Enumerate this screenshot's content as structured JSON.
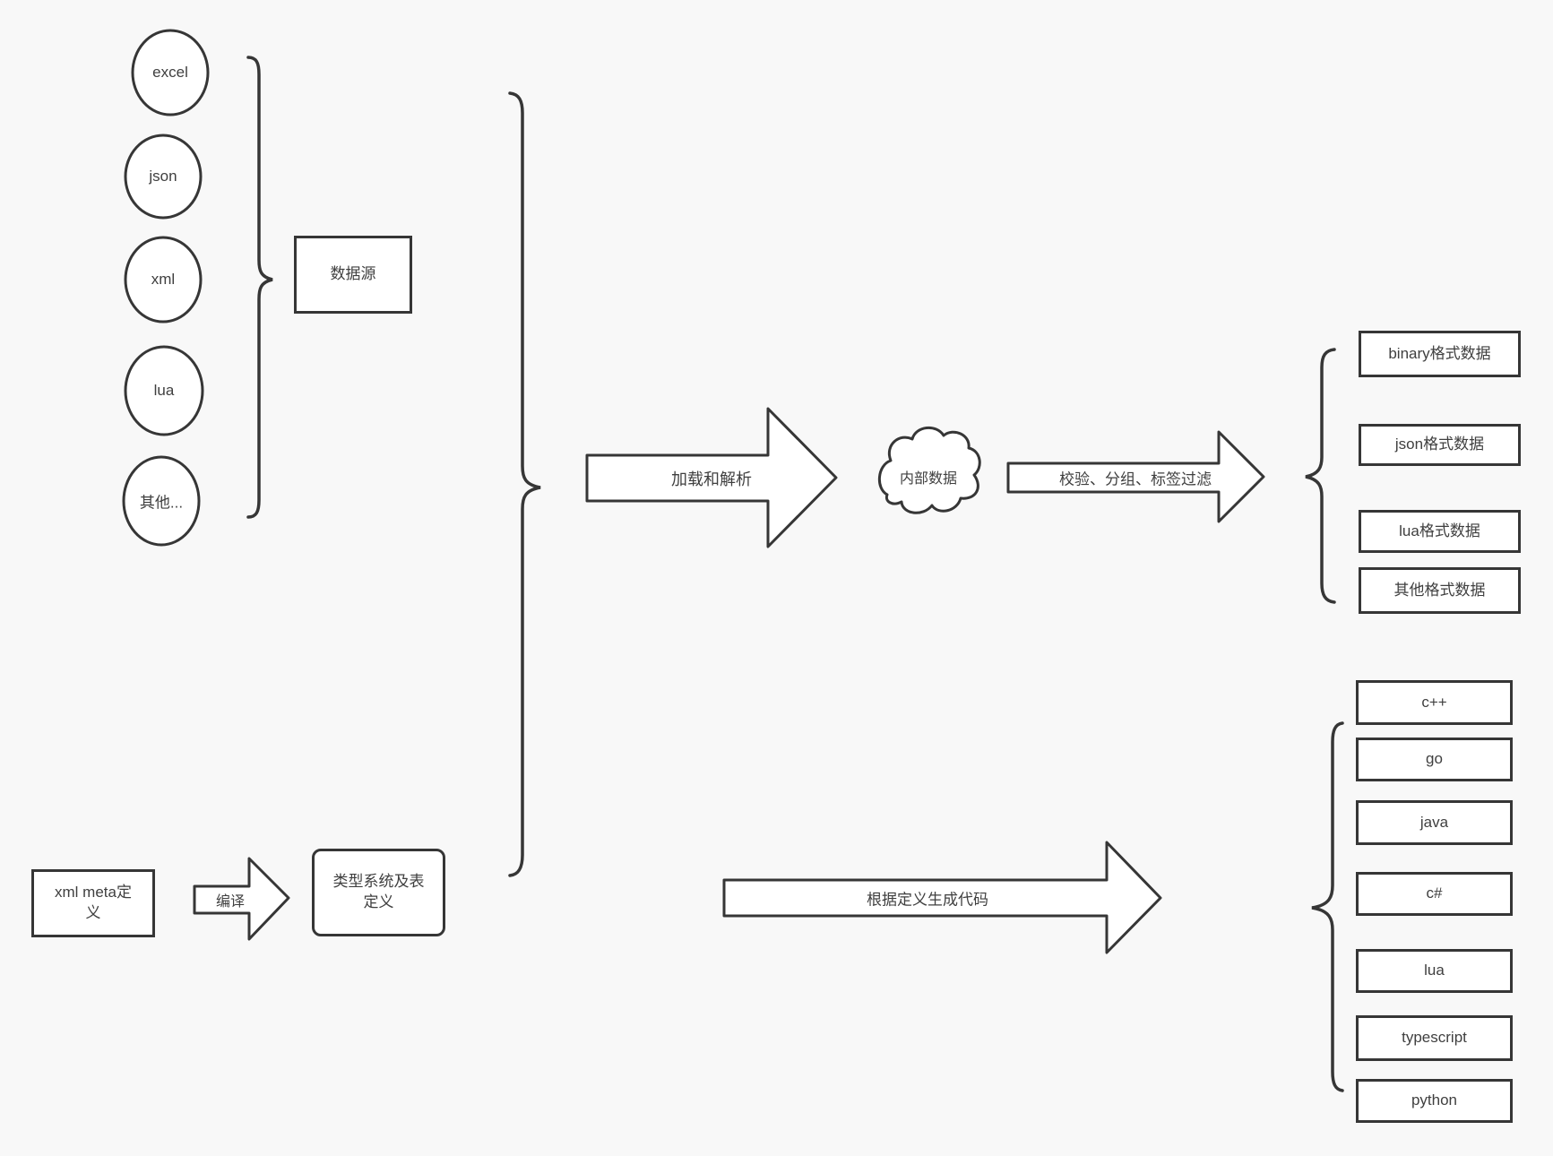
{
  "sources": {
    "items": [
      {
        "label": "excel"
      },
      {
        "label": "json"
      },
      {
        "label": "xml"
      },
      {
        "label": "lua"
      },
      {
        "label": "其他..."
      }
    ],
    "group_label": "数据源"
  },
  "pipeline": {
    "load_arrow_label": "加载和解析",
    "cloud_label": "内部数据",
    "filter_arrow_label": "校验、分组、标签过滤"
  },
  "outputs": {
    "items": [
      {
        "label": "binary格式数据"
      },
      {
        "label": "json格式数据"
      },
      {
        "label": "lua格式数据"
      },
      {
        "label": "其他格式数据"
      }
    ]
  },
  "codegen": {
    "meta_box_label": "xml meta定义",
    "compile_arrow_label": "编译",
    "type_system_box_label": "类型系统及表定义",
    "generate_arrow_label": "根据定义生成代码",
    "languages": [
      {
        "label": "c++"
      },
      {
        "label": "go"
      },
      {
        "label": "java"
      },
      {
        "label": "c#"
      },
      {
        "label": "lua"
      },
      {
        "label": "typescript"
      },
      {
        "label": "python"
      }
    ]
  },
  "colors": {
    "background": "#f8f8f8",
    "stroke": "#363636",
    "text": "#3f3f3f",
    "shape_fill": "#ffffff"
  }
}
